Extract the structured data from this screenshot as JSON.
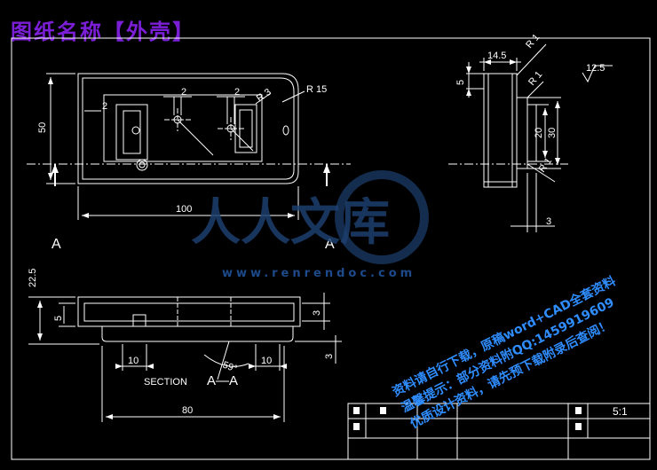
{
  "title": {
    "prefix": "图纸名称【",
    "name": "外壳",
    "suffix": "】"
  },
  "top_view": {
    "dim_width": "100",
    "dim_height": "50",
    "dim_wall": "2",
    "dim_hole1": "2",
    "dim_hole2": "2",
    "dim_radius": "R 15",
    "dim_r3": "R 3",
    "section_mark": "A"
  },
  "side_view": {
    "dim_14_5": "14.5",
    "dim_r1_top": "R 1",
    "dim_r1_mid": "R 1",
    "dim_r1_bottom": "R 1",
    "dim_5": "5",
    "dim_20": "20",
    "dim_30": "30",
    "dim_3": "3",
    "roughness": "12.5"
  },
  "section_view": {
    "dim_22_5": "22.5",
    "dim_5": "5",
    "dim_3_top": "3",
    "dim_3_bottom": "3",
    "dim_10_left": "10",
    "dim_10_right": "10",
    "dim_angle": "59°",
    "dim_80": "80",
    "label": "SECTION",
    "label_aa": "A—A"
  },
  "title_block": {
    "scale": "5:1"
  },
  "watermark": {
    "brand": "人人文库",
    "url": "www.renrendoc.com",
    "line1": "资料请自行下载，原稿word+CAD全套资料",
    "line2": "温馨提示：部分资料附QQ:1459919609",
    "line3": "优质设计资料，请先预下载附录后查阅！"
  }
}
